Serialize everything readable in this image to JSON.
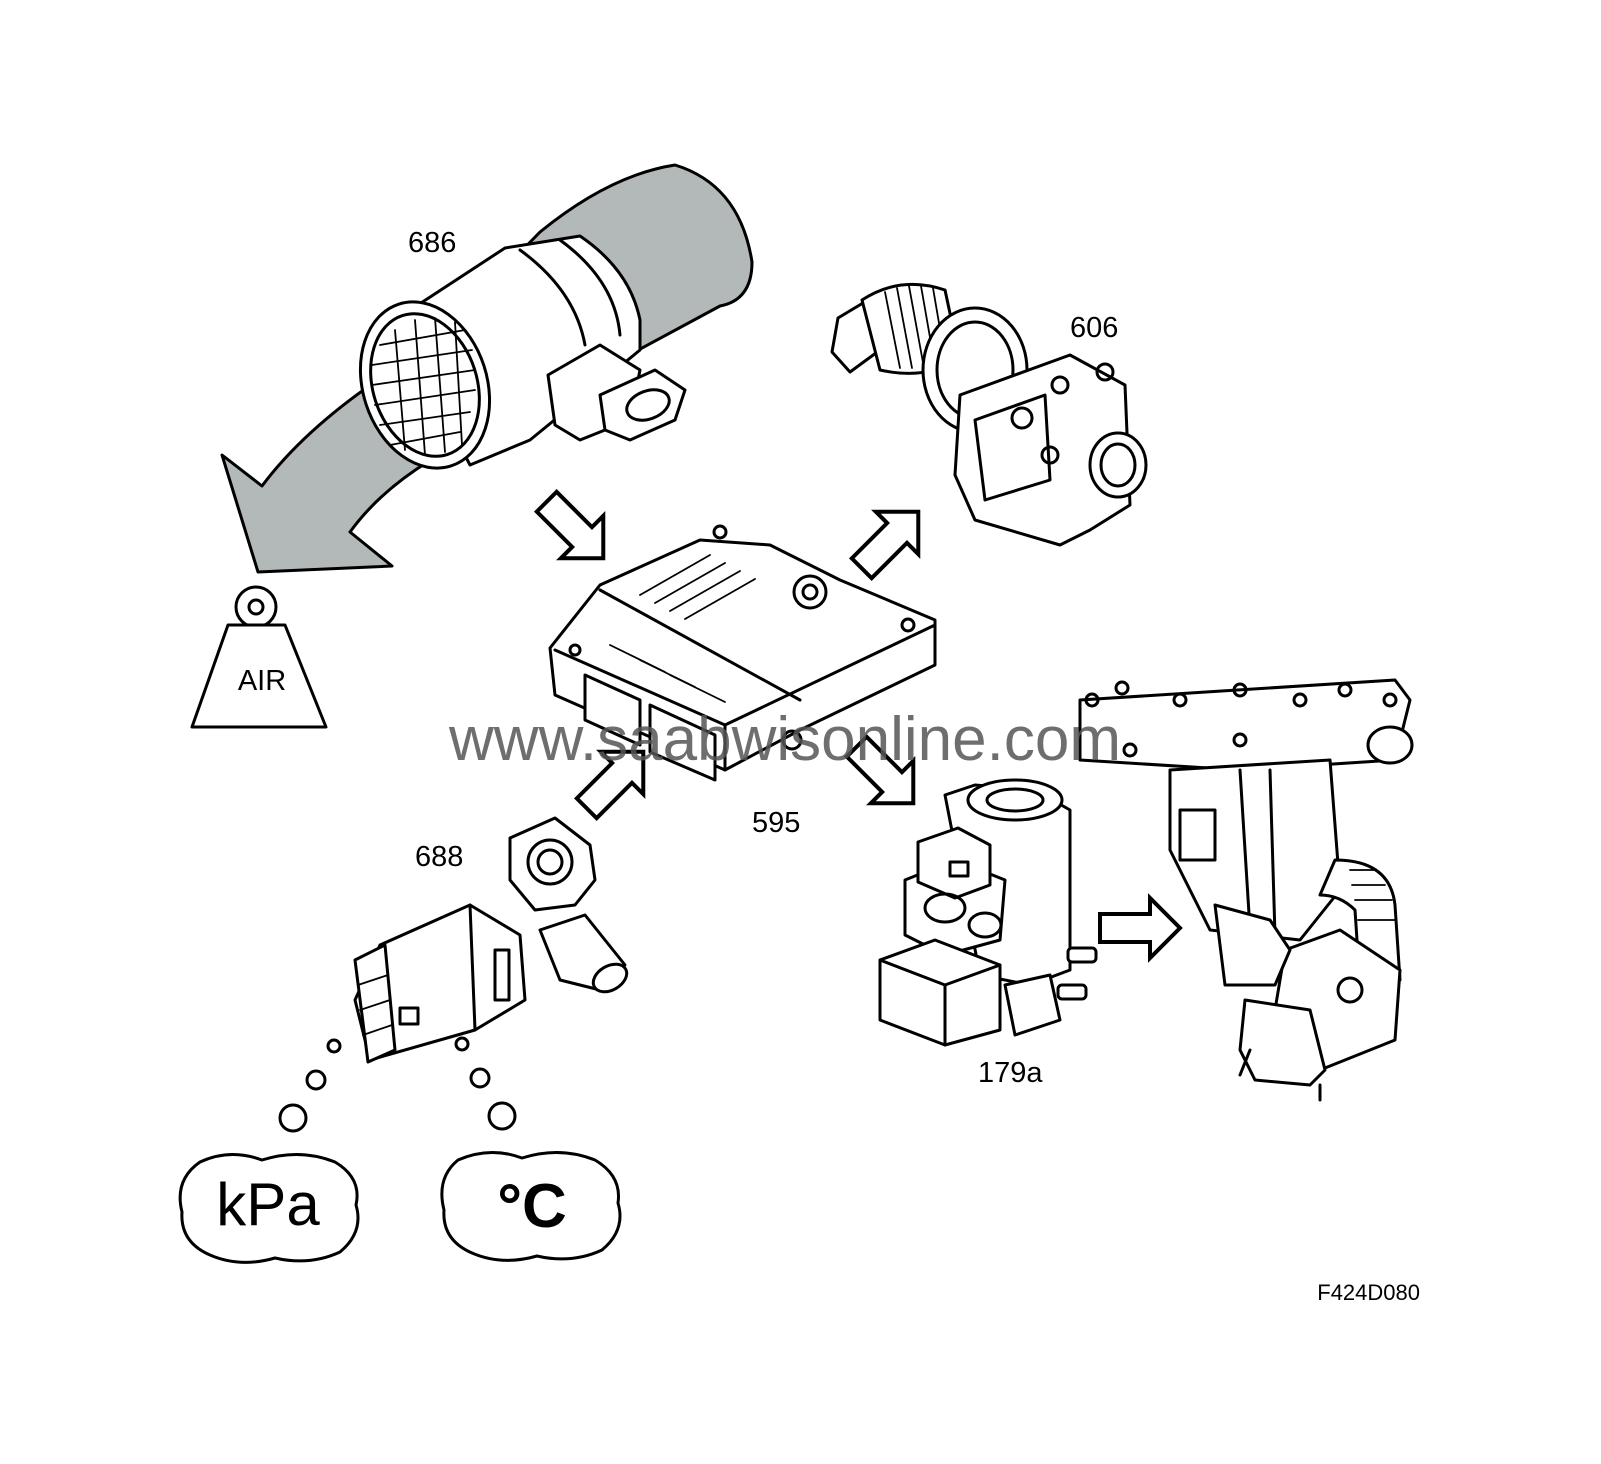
{
  "labels": {
    "maf_sensor": "686",
    "egr_valve": "606",
    "ecm": "595",
    "map_sensor": "688",
    "solenoid_valve": "179a"
  },
  "weight_label": "AIR",
  "bubbles": {
    "pressure": "kPa",
    "temperature": "°C"
  },
  "watermark": "www.saabwisonline.com",
  "figure_code": "F424D080",
  "colors": {
    "air_flow": "#b3b9b9",
    "watermark": "#555555",
    "line": "#000000"
  }
}
